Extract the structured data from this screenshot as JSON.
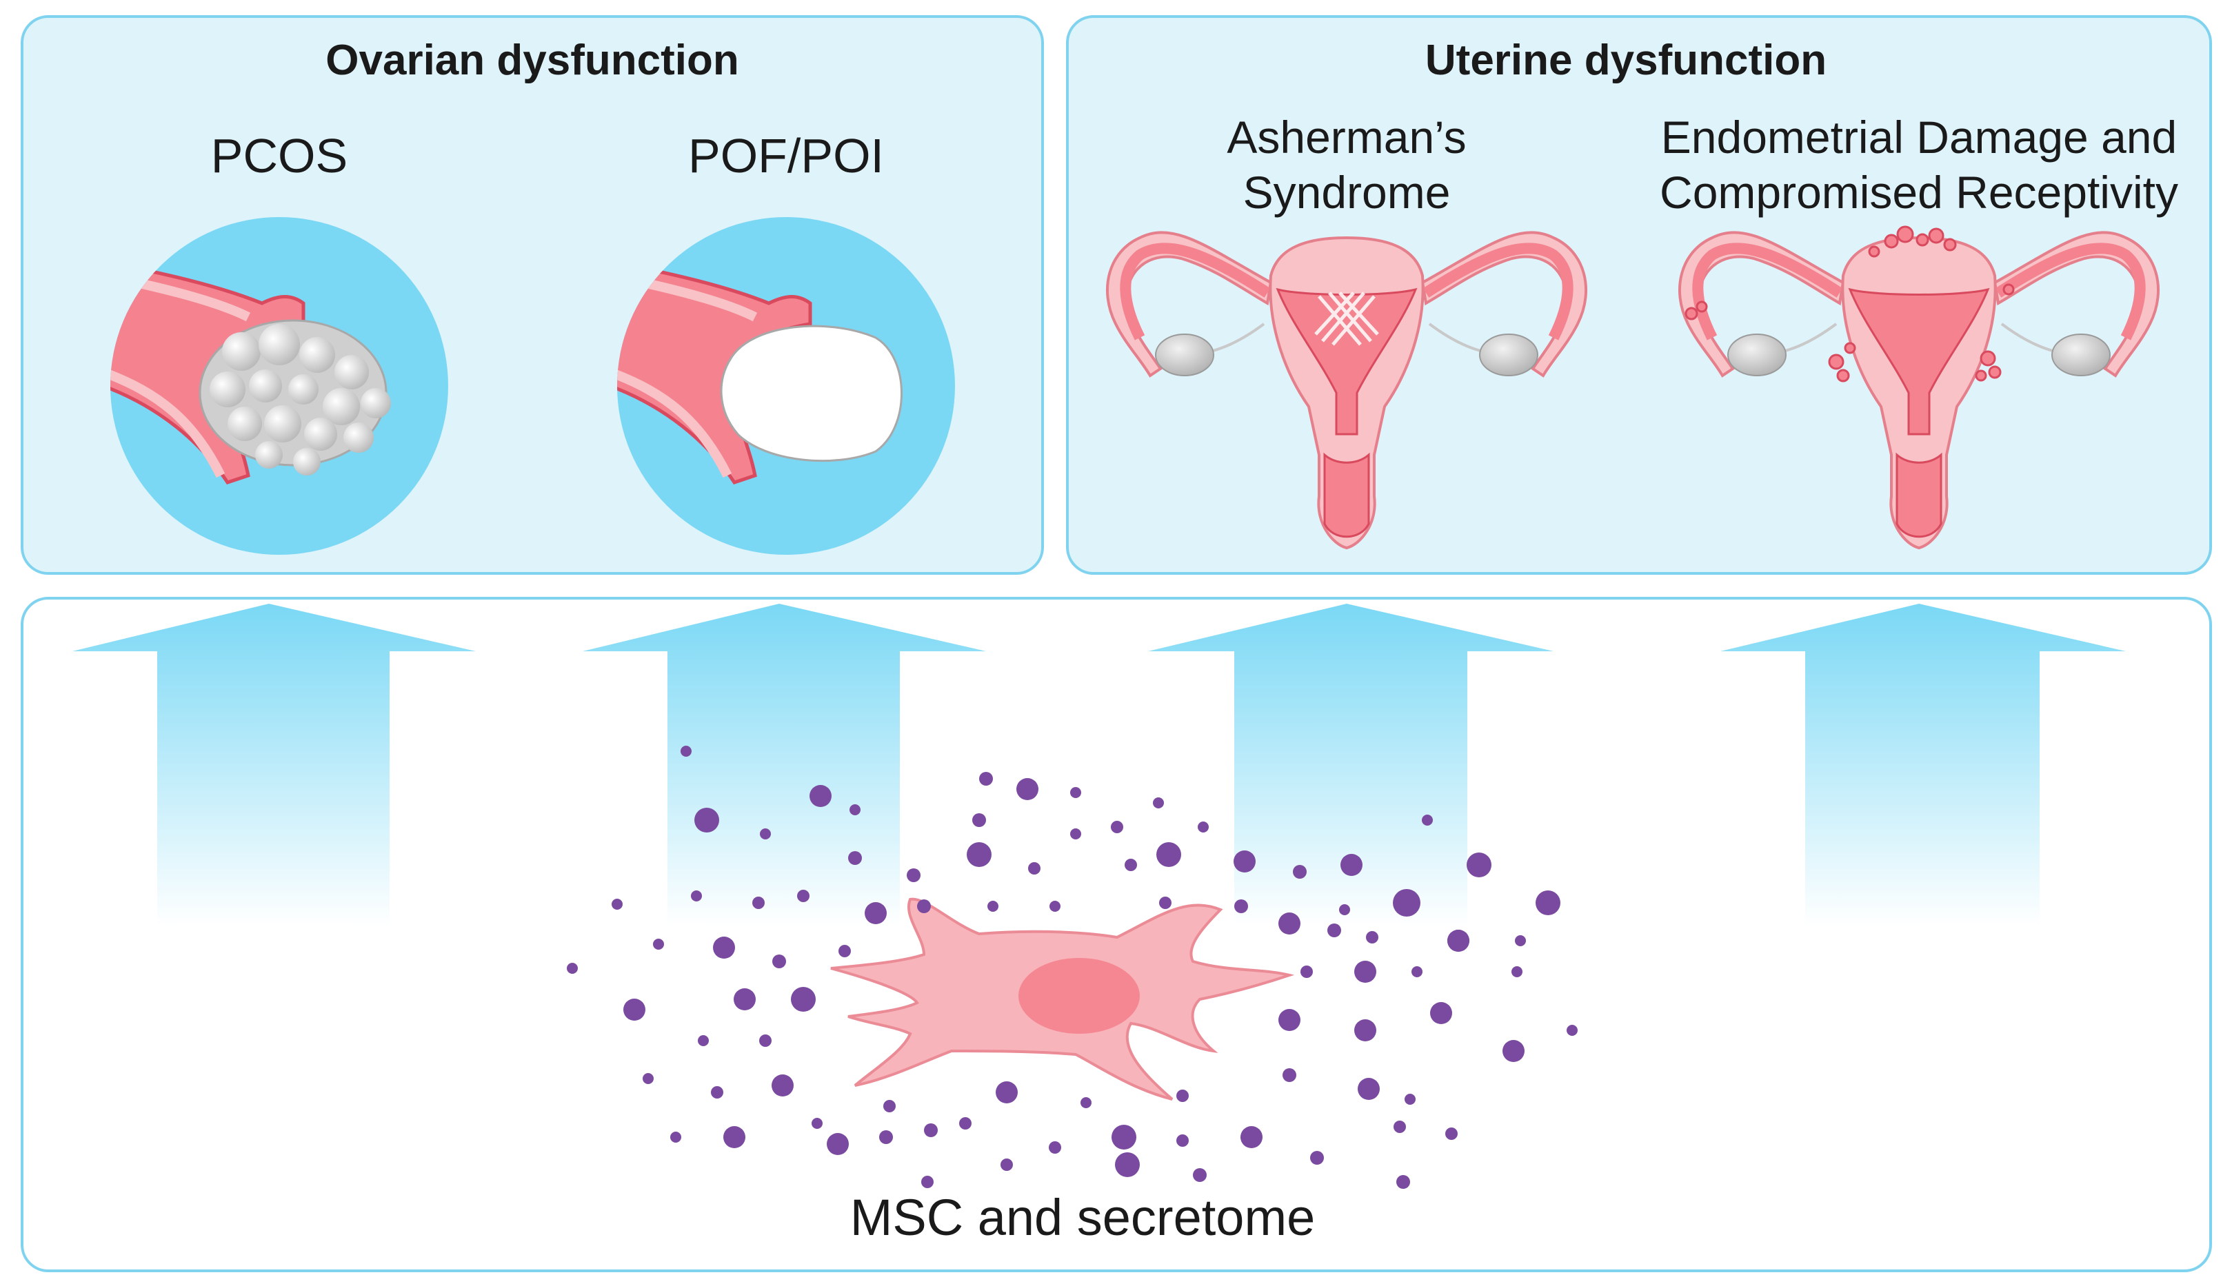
{
  "top_left_panel": {
    "title": "Ovarian dysfunction",
    "conditions": [
      {
        "label": "PCOS"
      },
      {
        "label": "POF/POI"
      }
    ]
  },
  "top_right_panel": {
    "title": "Uterine dysfunction",
    "conditions": [
      {
        "label_lines": [
          "Asherman’s",
          "Syndrome"
        ]
      },
      {
        "label_lines": [
          "Endometrial Damage and",
          "Compromised Receptivity"
        ]
      }
    ]
  },
  "bottom_panel": {
    "label": "MSC and secretome"
  },
  "colors": {
    "panel_fill": "#dff3fa",
    "panel_stroke": "#7fd3ef",
    "circle_fill": "#7ad8f5",
    "tissue_pink": "#f4828f",
    "tissue_light": "#f8c2c6",
    "dot_purple": "#7a4aa0",
    "cell_pink": "#f8b4bb"
  }
}
